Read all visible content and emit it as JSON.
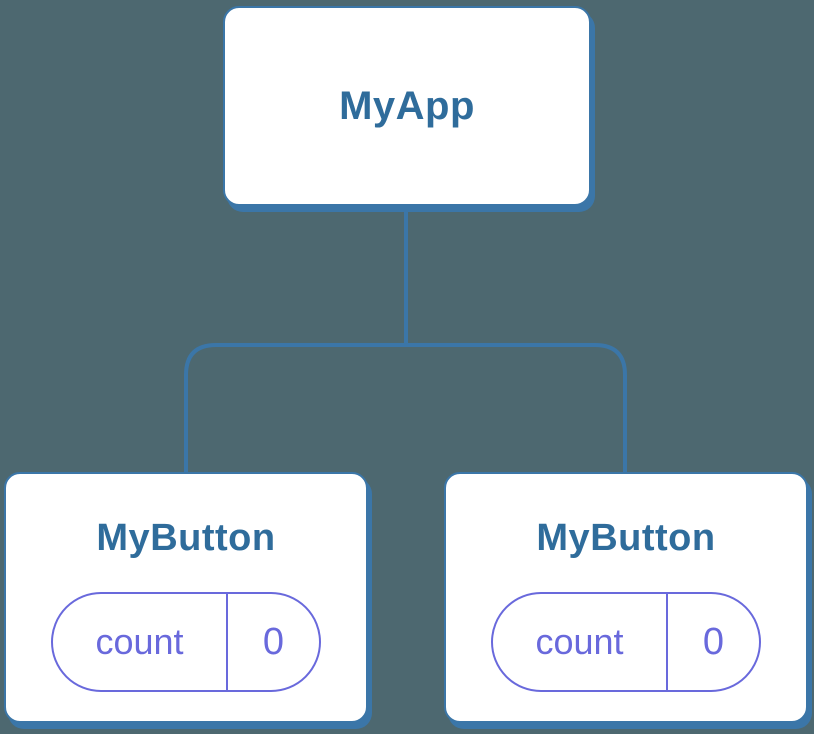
{
  "colors": {
    "background": "#4D6870",
    "card_background": "#FFFFFF",
    "line_blue": "#3B76A8",
    "title_blue": "#2F6C9B",
    "state_purple": "#6969DC"
  },
  "tree": {
    "root": {
      "name": "MyApp"
    },
    "children": [
      {
        "name": "MyButton",
        "state": {
          "name": "count",
          "value": "0"
        }
      },
      {
        "name": "MyButton",
        "state": {
          "name": "count",
          "value": "0"
        }
      }
    ]
  }
}
